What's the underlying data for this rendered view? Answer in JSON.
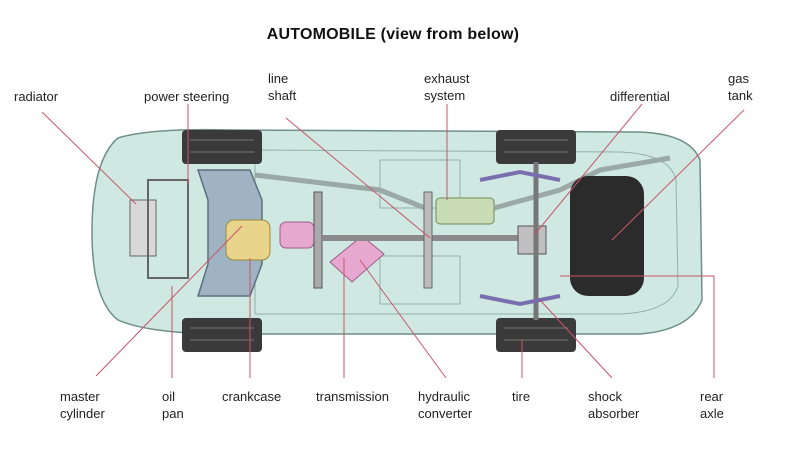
{
  "title": "AUTOMOBILE (view from below)",
  "labels": {
    "radiator": [
      "radiator"
    ],
    "power_steering": [
      "power steering"
    ],
    "line_shaft": [
      "line",
      "shaft"
    ],
    "exhaust_system": [
      "exhaust",
      "system"
    ],
    "differential": [
      "differential"
    ],
    "gas_tank": [
      "gas",
      "tank"
    ],
    "master_cylinder": [
      "master",
      "cylinder"
    ],
    "oil_pan": [
      "oil",
      "pan"
    ],
    "crankcase": [
      "crankcase"
    ],
    "transmission": [
      "transmission"
    ],
    "hydraulic_converter": [
      "hydraulic",
      "converter"
    ],
    "tire": [
      "tire"
    ],
    "shock_absorber": [
      "shock",
      "absorber"
    ],
    "rear_axle": [
      "rear",
      "axle"
    ]
  },
  "colors": {
    "body_fill": "#cfe9e2",
    "body_stroke": "#6f8f89",
    "leader_line": "#c8556a",
    "tire": "#3a3a3a",
    "engine": "#e8d48a",
    "converter": "#e6a8cf",
    "tank": "#2b2b2b",
    "muffler": "#c9dcb5"
  }
}
